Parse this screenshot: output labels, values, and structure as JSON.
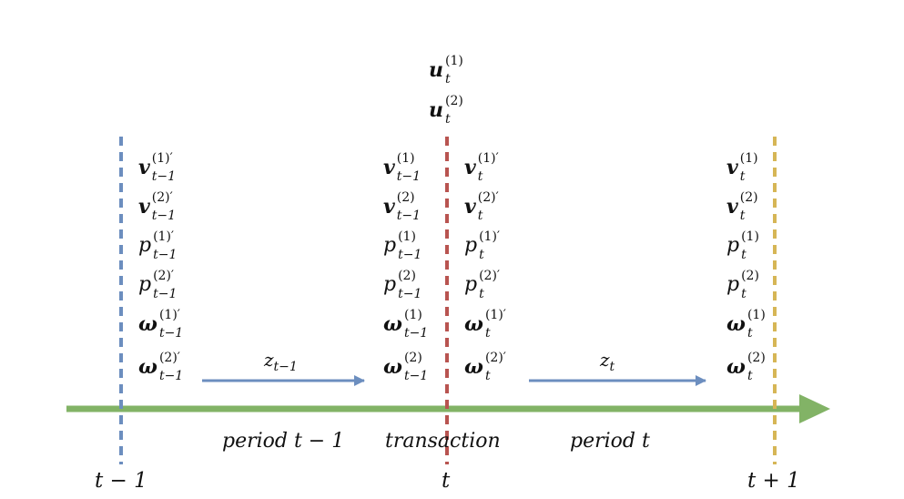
{
  "colors": {
    "timeline": "#82b366",
    "marker_t_minus_1": "#6c8ebf",
    "marker_t": "#b85450",
    "marker_t_plus_1": "#d6b656",
    "flow_arrow": "#6c8ebf",
    "text": "#111111"
  },
  "ticks": {
    "t_minus_1": "t − 1",
    "t": "t",
    "t_plus_1": "t + 1"
  },
  "periods": {
    "previous": "period t − 1",
    "transaction": "transaction",
    "current": "period t"
  },
  "flows": {
    "previous": {
      "base": "z",
      "sub": "t−1"
    },
    "current": {
      "base": "z",
      "sub": "t"
    }
  },
  "top_vars": [
    {
      "base": "u",
      "sup": "(1)",
      "sub": "t"
    },
    {
      "base": "u",
      "sup": "(2)",
      "sub": "t"
    }
  ],
  "col_left": [
    {
      "base": "v",
      "sup": "(1)′",
      "sub": "t−1",
      "bold": true
    },
    {
      "base": "v",
      "sup": "(2)′",
      "sub": "t−1",
      "bold": true
    },
    {
      "base": "p",
      "sup": "(1)′",
      "sub": "t−1",
      "bold": false
    },
    {
      "base": "p",
      "sup": "(2)′",
      "sub": "t−1",
      "bold": false
    },
    {
      "base": "ω",
      "sup": "(1)′",
      "sub": "t−1",
      "bold": true
    },
    {
      "base": "ω",
      "sup": "(2)′",
      "sub": "t−1",
      "bold": true
    }
  ],
  "col_mid_left": [
    {
      "base": "v",
      "sup": "(1)",
      "sub": "t−1",
      "bold": true
    },
    {
      "base": "v",
      "sup": "(2)",
      "sub": "t−1",
      "bold": true
    },
    {
      "base": "p",
      "sup": "(1)",
      "sub": "t−1",
      "bold": false
    },
    {
      "base": "p",
      "sup": "(2)",
      "sub": "t−1",
      "bold": false
    },
    {
      "base": "ω",
      "sup": "(1)",
      "sub": "t−1",
      "bold": true
    },
    {
      "base": "ω",
      "sup": "(2)",
      "sub": "t−1",
      "bold": true
    }
  ],
  "col_mid_right": [
    {
      "base": "v",
      "sup": "(1)′",
      "sub": "t",
      "bold": true
    },
    {
      "base": "v",
      "sup": "(2)′",
      "sub": "t",
      "bold": true
    },
    {
      "base": "p",
      "sup": "(1)′",
      "sub": "t",
      "bold": false
    },
    {
      "base": "p",
      "sup": "(2)′",
      "sub": "t",
      "bold": false
    },
    {
      "base": "ω",
      "sup": "(1)′",
      "sub": "t",
      "bold": true
    },
    {
      "base": "ω",
      "sup": "(2)′",
      "sub": "t",
      "bold": true
    }
  ],
  "col_right": [
    {
      "base": "v",
      "sup": "(1)",
      "sub": "t",
      "bold": true
    },
    {
      "base": "v",
      "sup": "(2)",
      "sub": "t",
      "bold": true
    },
    {
      "base": "p",
      "sup": "(1)",
      "sub": "t",
      "bold": false
    },
    {
      "base": "p",
      "sup": "(2)",
      "sub": "t",
      "bold": false
    },
    {
      "base": "ω",
      "sup": "(1)",
      "sub": "t",
      "bold": true
    },
    {
      "base": "ω",
      "sup": "(2)",
      "sub": "t",
      "bold": true
    }
  ]
}
